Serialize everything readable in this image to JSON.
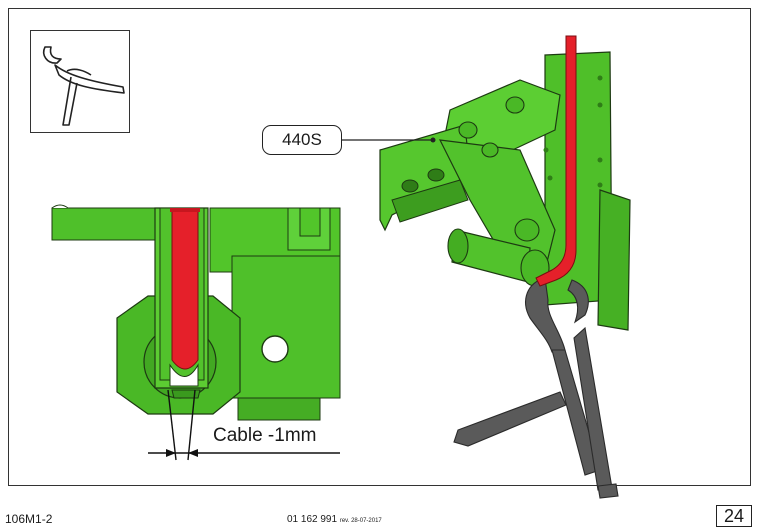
{
  "part_callout": "440S",
  "dimension_label": "Cable -1mm",
  "footer": {
    "doc_code": "106M1-2",
    "part_number": "01 162 991",
    "revision": "rev. 28-07-2017",
    "page_number": "24"
  },
  "icons": [
    "pliers-tool-icon"
  ],
  "colors": {
    "bracket_green": "#52c52a",
    "cable_red": "#e5202a",
    "pliers_gray": "#5a5a5a"
  }
}
